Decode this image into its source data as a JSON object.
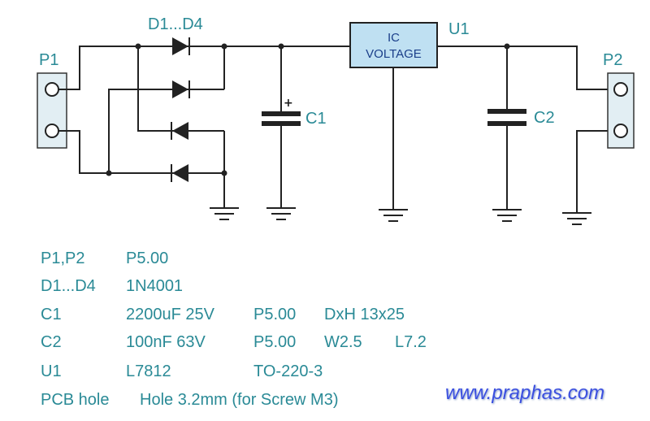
{
  "schematic": {
    "labels": {
      "p1": "P1",
      "p2": "P2",
      "diodes": "D1...D4",
      "c1": "C1",
      "c2": "C2",
      "u1": "U1",
      "c1_polarity": "+"
    },
    "ic": {
      "line1": "IC",
      "line2": "VOLTAGE"
    }
  },
  "parts_list": [
    {
      "ref": "P1,P2",
      "value": "P5.00",
      "pitch": "",
      "dim1": "",
      "dim2": ""
    },
    {
      "ref": "D1...D4",
      "value": "1N4001",
      "pitch": "",
      "dim1": "",
      "dim2": ""
    },
    {
      "ref": "C1",
      "value": "2200uF 25V",
      "pitch": "P5.00",
      "dim1": "DxH 13x25",
      "dim2": ""
    },
    {
      "ref": "C2",
      "value": "100nF 63V",
      "pitch": "P5.00",
      "dim1": "W2.5",
      "dim2": "L7.2"
    },
    {
      "ref": "U1",
      "value": "L7812",
      "pitch": "TO-220-3",
      "dim1": "",
      "dim2": ""
    }
  ],
  "pcb_hole": {
    "label": "PCB hole",
    "value": "Hole 3.2mm (for Screw M3)"
  },
  "watermark": "www.praphas.com",
  "colors": {
    "label_text": "#2a8a96",
    "ic_fill": "#bfe0f2",
    "ic_text": "#1b3f8a",
    "watermark": "#3b4fe0"
  }
}
